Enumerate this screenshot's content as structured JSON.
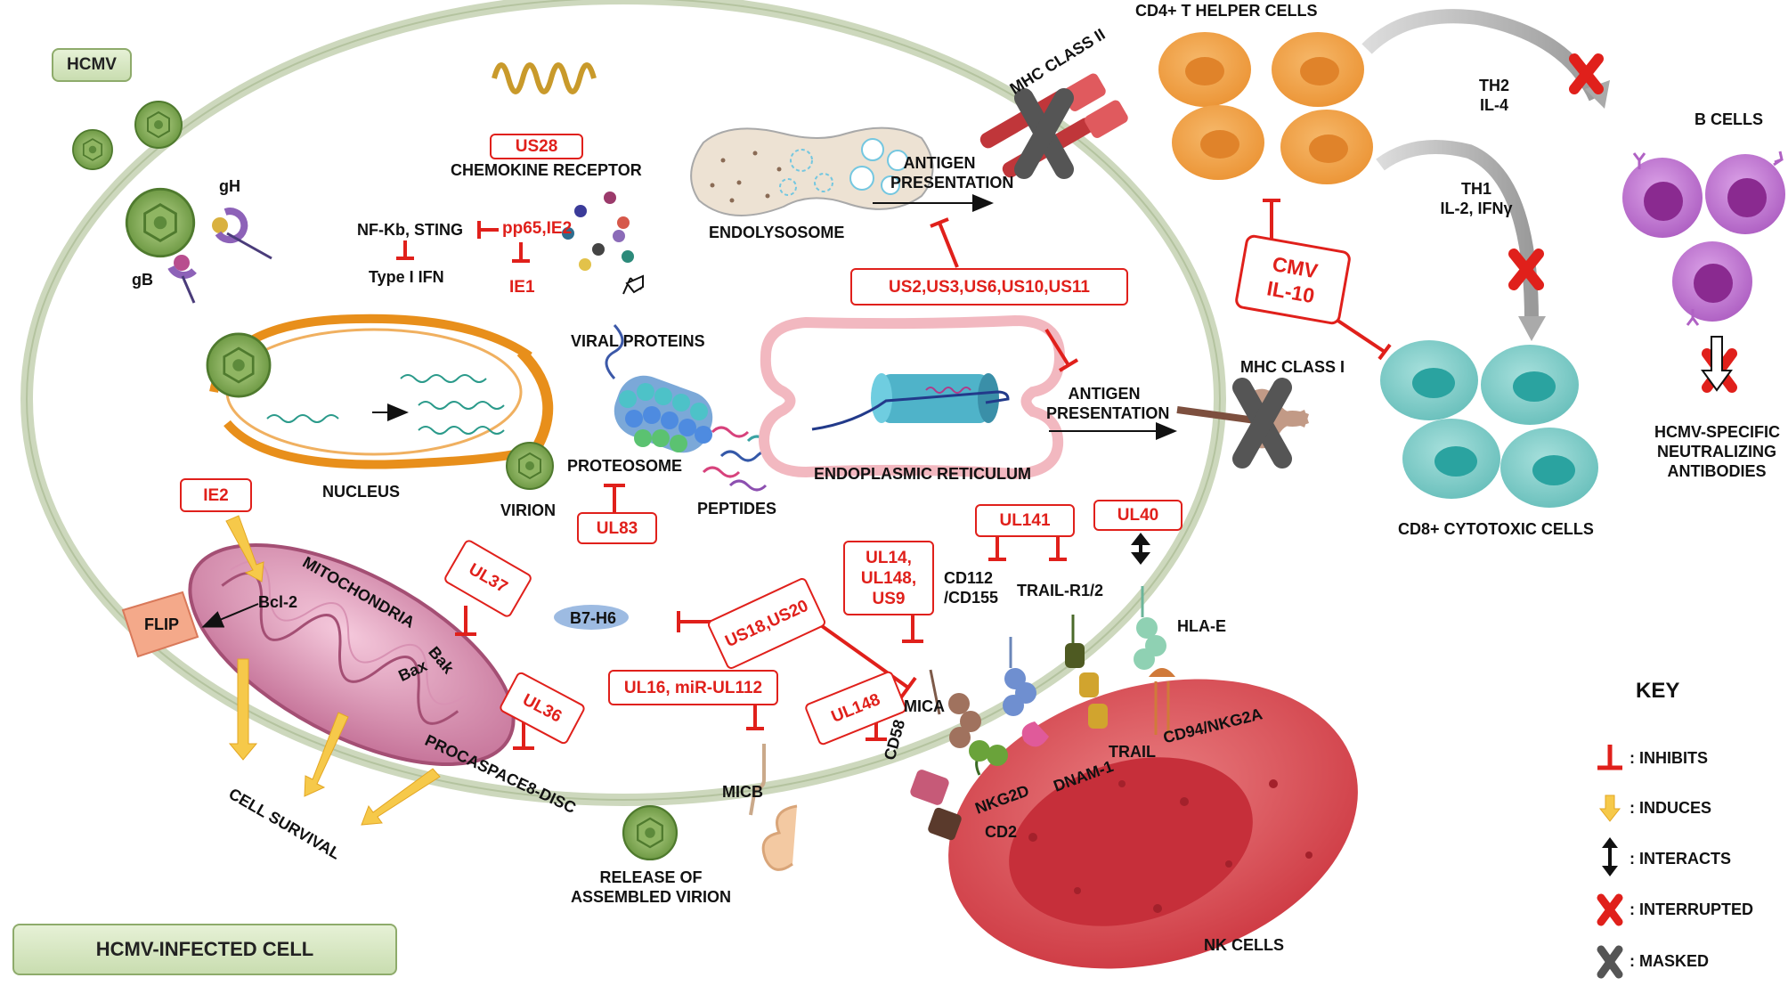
{
  "badges": {
    "hcmv": "HCMV",
    "infected_cell": "HCMV-INFECTED CELL"
  },
  "viral_boxes": {
    "us28": "US28",
    "us2_group": "US2,US3,US6,US10,US11",
    "ie2": "IE2",
    "ul37": "UL37",
    "ul36": "UL36",
    "ul83": "UL83",
    "us18_us20": "US18,US20",
    "ul14_group": [
      "UL14,",
      "UL148,",
      "US9"
    ],
    "ul141": "UL141",
    "ul40": "UL40",
    "ul16_mir": "UL16, miR-UL112",
    "ul148": "UL148",
    "cmv_il10": [
      "CMV",
      "IL-10"
    ]
  },
  "red_text": {
    "pp65_ie2": "pp65,IE2",
    "ie1": "IE1"
  },
  "labels": {
    "gh": "gH",
    "gb": "gB",
    "chemokine_receptor": "CHEMOKINE RECEPTOR",
    "nfkb_sting": "NF-Kb, STING",
    "type1_ifn": "Type I IFN",
    "viral_proteins": "VIRAL PROTEINS",
    "endolysosome": "ENDOLYSOSOME",
    "antigen_presentation_1": [
      "ANTIGEN",
      "PRESENTATION"
    ],
    "antigen_presentation_2": [
      "ANTIGEN",
      "PRESENTATION"
    ],
    "mhc_class_ii": "MHC CLASS II",
    "mhc_class_i": "MHC CLASS I",
    "nucleus": "NUCLEUS",
    "virion": "VIRION",
    "proteosome": "PROTEOSOME",
    "peptides": "PEPTIDES",
    "endoplasmic_reticulum": "ENDOPLASMIC RETICULUM",
    "mitochondria": "MITOCHONDRIA",
    "bcl2": "Bcl-2",
    "bax": "Bax",
    "bak": "Bak",
    "flip": "FLIP",
    "procaspace": "PROCASPACE8-DISC",
    "cell_survival": "CELL SURVIVAL",
    "b7h6": "B7-H6",
    "release": [
      "RELEASE OF",
      "ASSEMBLED VIRION"
    ],
    "micb": "MICB",
    "cd58": "CD58",
    "mica": "MICA",
    "cd112": [
      "CD112",
      "/CD155"
    ],
    "trail_r": "TRAIL-R1/2",
    "hla_e": "HLA-E",
    "cd2": "CD2",
    "nkg2d": "NKG2D",
    "dnam1": "DNAM-1",
    "trail": "TRAIL",
    "cd94": "CD94/NKG2A",
    "nk_cells": "NK CELLS",
    "cd4": "CD4+ T HELPER CELLS",
    "th2": [
      "TH2",
      "IL-4"
    ],
    "th1": [
      "TH1",
      "IL-2, IFNγ"
    ],
    "b_cells": "B CELLS",
    "cd8": "CD8+ CYTOTOXIC CELLS",
    "antibodies": [
      "HCMV-SPECIFIC",
      "NEUTRALIZING",
      "ANTIBODIES"
    ]
  },
  "key": {
    "title": "KEY",
    "inhibits": ": INHIBITS",
    "induces": ": INDUCES",
    "interacts": ": INTERACTS",
    "interrupted": ": INTERRUPTED",
    "masked": ":  MASKED"
  },
  "colors": {
    "inhibit_red": "#e0201b",
    "induce_yellow": "#f6c94a",
    "virus_green": "#5d8a3b",
    "cd4_orange": "#f0a24a",
    "cd8_teal": "#7fc9c6",
    "bcell_purple": "#b66ac9",
    "nk_red": "#d9434a",
    "mito_pink": "#c97896",
    "membrane_grey": "#c3cfb2"
  }
}
